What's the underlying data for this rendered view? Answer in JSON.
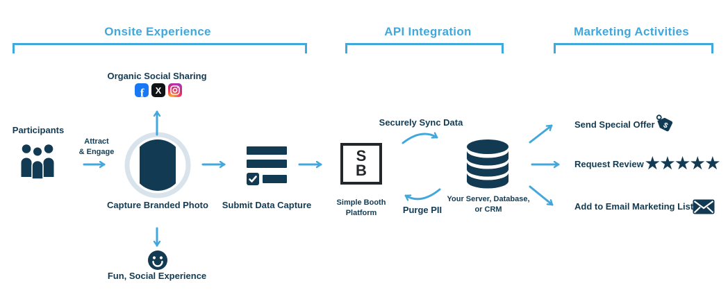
{
  "colors": {
    "accent": "#41A7DC",
    "navy": "#123B53",
    "ring": "#D8E3EB",
    "facebook_blue": "#1877F2",
    "x_black": "#111417",
    "sb_border": "#22272B"
  },
  "sections": {
    "onsite": {
      "label": "Onsite Experience"
    },
    "api": {
      "label": "API Integration"
    },
    "marketing": {
      "label": "Marketing Activities"
    }
  },
  "flow": {
    "participants": {
      "label": "Participants"
    },
    "attract": {
      "label": "Attract\n& Engage"
    },
    "social": {
      "label": "Organic Social Sharing",
      "facebook_glyph": "f",
      "x_glyph": "X"
    },
    "capture": {
      "label": "Capture Branded Photo"
    },
    "fun": {
      "label": "Fun, Social Experience"
    },
    "submit": {
      "label": "Submit Data Capture"
    },
    "platform": {
      "logo_top": "S",
      "logo_bottom": "B",
      "label": "Simple Booth\nPlatform"
    },
    "sync": {
      "top_label": "Securely Sync Data",
      "bottom_label": "Purge PII"
    },
    "server": {
      "label": "Your Server, Database,\nor CRM"
    },
    "offer": {
      "label": "Send Special Offer",
      "tag_glyph": "$"
    },
    "review": {
      "label": "Request Review",
      "stars": "★★★★★"
    },
    "email": {
      "label": "Add to Email Marketing List"
    }
  }
}
